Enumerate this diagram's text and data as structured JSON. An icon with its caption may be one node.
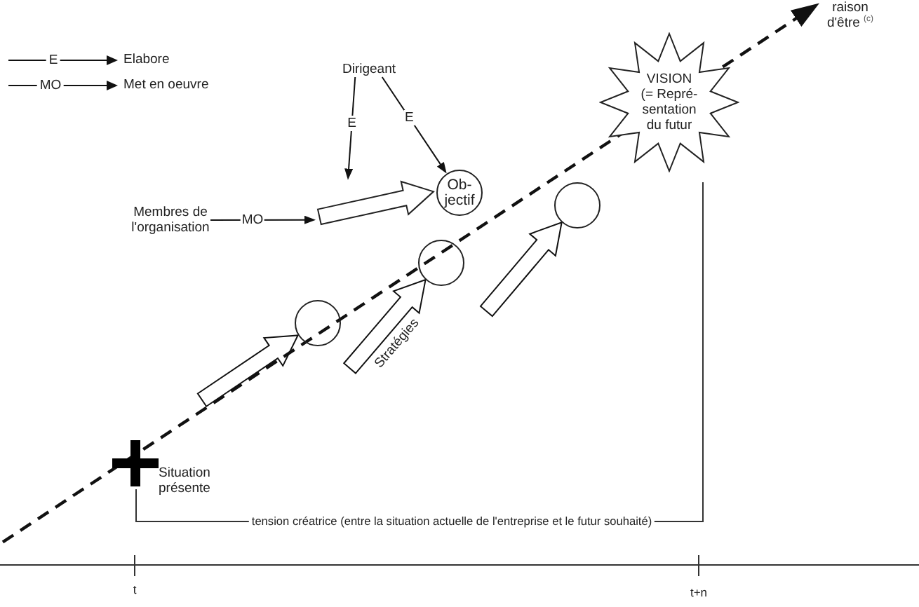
{
  "diagram": {
    "nodes": [
      {
        "text": [
          "raison d'être $^{(c)}$"
        ]
      },
      {
        "text": [
          "Dirigeant"
        ]
      },
      {
        "text": [
          "VISION (= Repré- sentation du futur"
        ]
      },
      {
        "text": [
          "Ob- jectif"
        ]
      },
      {
        "text": [
          "Membres de l'organisation"
        ]
      },
      {
        "text": [],
        "shape": "arrow"
      },
      {
        "text": [],
        "shape": "circle"
      },
      {
        "text": [],
        "shape": "circle"
      },
      {
        "text": [],
        "shape": "circle"
      },
      {
        "text": [],
        "shape": "cross",
        "beside": [
          "Situation présente"
        ]
      }
    ],
    "edges": [
      {
        "from": 1,
        "to": 3,
        "arrow": "to",
        "label": "E"
      },
      {
        "from": 1,
        "to": 5,
        "arrow": "to",
        "label": "E"
      },
      {
        "from": 4,
        "to": 5,
        "arrow": "to",
        "label": "MO"
      },
      {
        "from": null,
        "to": 0,
        "arrow": "to",
        "style": "dashed"
      },
      {
        "from": null,
        "to": 6,
        "arrow": "to",
        "style": "thick"
      },
      {
        "from": null,
        "to": 7,
        "arrow": "to",
        "style": "thick",
        "label": "Stratégies"
      },
      {
        "from": null,
        "to": 8,
        "arrow": "to",
        "style": "thick"
      }
    ],
    "labels": [
      "E",
      "MO",
      "tension créatrice (entre la situation actuelle de l'entreprise et le futur souhaité)",
      "t",
      "t+n"
    ],
    "legend": [
      {
        "text": "Elabore"
      },
      {
        "text": "Met en oeuvre"
      }
    ]
  }
}
